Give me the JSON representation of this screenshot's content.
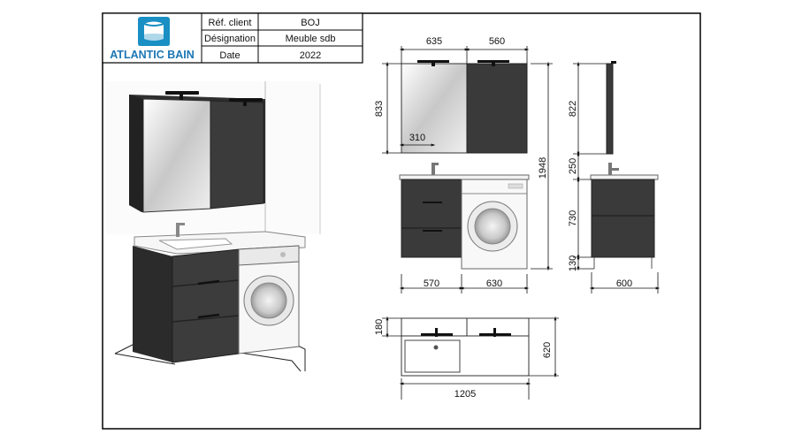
{
  "title_block": {
    "brand": "ATLANTIC BAIN",
    "logo_icon": "atlantic-bain-logo-icon",
    "rows": [
      {
        "label": "Réf. client",
        "value": "BOJ"
      },
      {
        "label": "Désignation",
        "value": "Meuble sdb"
      },
      {
        "label": "Date",
        "value": "2022"
      }
    ]
  },
  "dimensions": {
    "front": {
      "mirror_left_width": "635",
      "mirror_right_width": "560",
      "mirror_height": "833",
      "mirror_sub_width": "310",
      "total_height": "1948",
      "vanity_left_width": "570",
      "vanity_right_width": "630"
    },
    "side": {
      "cabinet_height": "822",
      "gap_height": "250",
      "vanity_height": "730",
      "foot_height": "130",
      "depth": "600"
    },
    "top": {
      "cabinet_depth": "180",
      "vanity_depth": "620",
      "total_width": "1205"
    }
  },
  "colors": {
    "cabinet": "#3a3a3a",
    "brand_blue": "#1a8fc4",
    "brand_text": "#1b76b4"
  }
}
